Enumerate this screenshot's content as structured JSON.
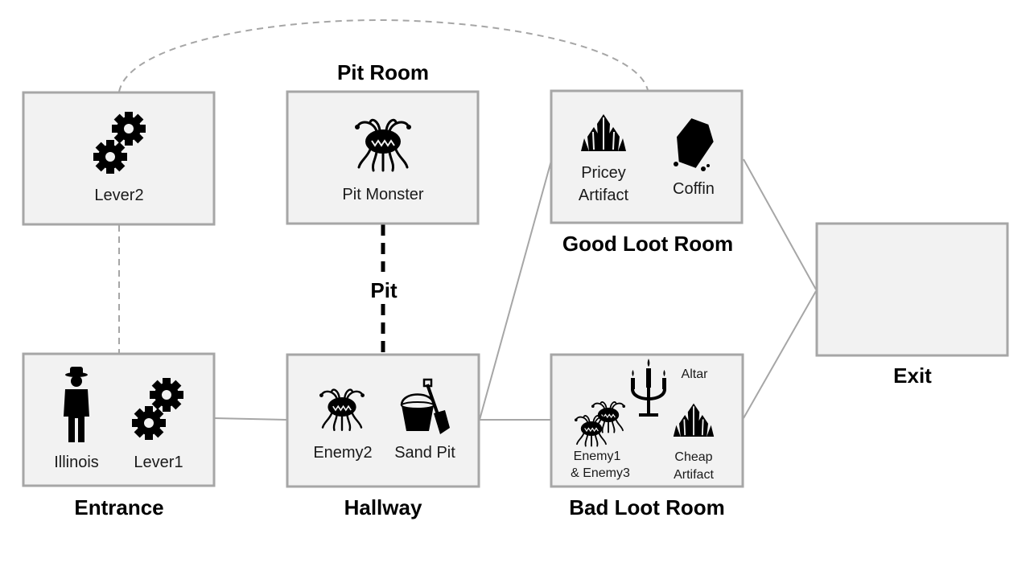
{
  "rooms": {
    "lever2_room": {
      "items": [
        "Lever2"
      ]
    },
    "pit_room": {
      "title": "Pit Room",
      "items": [
        "Pit Monster"
      ]
    },
    "good_loot_room": {
      "title": "Good Loot Room",
      "items": [
        "Pricey",
        "Artifact",
        "Coffin"
      ]
    },
    "exit": {
      "title": "Exit"
    },
    "entrance": {
      "title": "Entrance",
      "items": [
        "Illinois",
        "Lever1"
      ]
    },
    "hallway": {
      "title": "Hallway",
      "items": [
        "Enemy2",
        "Sand Pit"
      ]
    },
    "bad_loot_room": {
      "title": "Bad Loot Room",
      "items": [
        "Altar",
        "Enemy1",
        "& Enemy3",
        "Cheap",
        "Artifact"
      ]
    }
  },
  "connections": {
    "pit_label": "Pit"
  },
  "icons": [
    "gears-icon",
    "monster-icon",
    "crystal-icon",
    "coffin-icon",
    "person-icon",
    "bucket-shovel-icon",
    "candelabra-icon"
  ],
  "colors": {
    "box_fill": "#f2f2f2",
    "box_stroke": "#a6a6a6",
    "pit_line": "#000000"
  }
}
